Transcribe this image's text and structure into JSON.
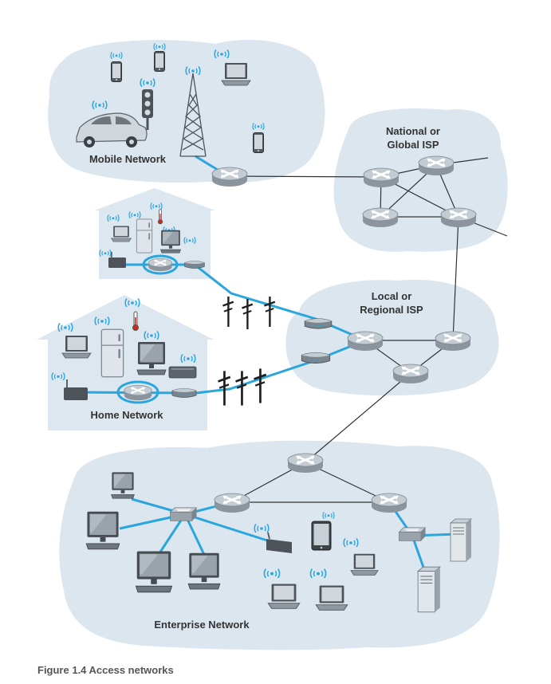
{
  "labels": {
    "mobile": "Mobile Network",
    "national_1": "National or",
    "national_2": "Global ISP",
    "local_1": "Local or",
    "local_2": "Regional ISP",
    "home": "Home Network",
    "enterprise": "Enterprise Network"
  },
  "caption": "Figure 1.4 Access networks",
  "colors": {
    "cloud": "#dce6ef",
    "house": "#dde7f0",
    "link_blue": "#2aa6de",
    "link_core": "#333333",
    "router": "#b4bdc6",
    "wifi": "#2aa6de"
  },
  "icons": [
    "router-icon",
    "phone-icon",
    "laptop-icon",
    "car-icon",
    "traffic-light-icon",
    "tower-icon",
    "refrigerator-icon",
    "thermometer-icon",
    "monitor-icon",
    "modem-icon",
    "utility-pole-icon",
    "switch-icon",
    "server-icon",
    "tablet-icon",
    "wifi-icon"
  ]
}
